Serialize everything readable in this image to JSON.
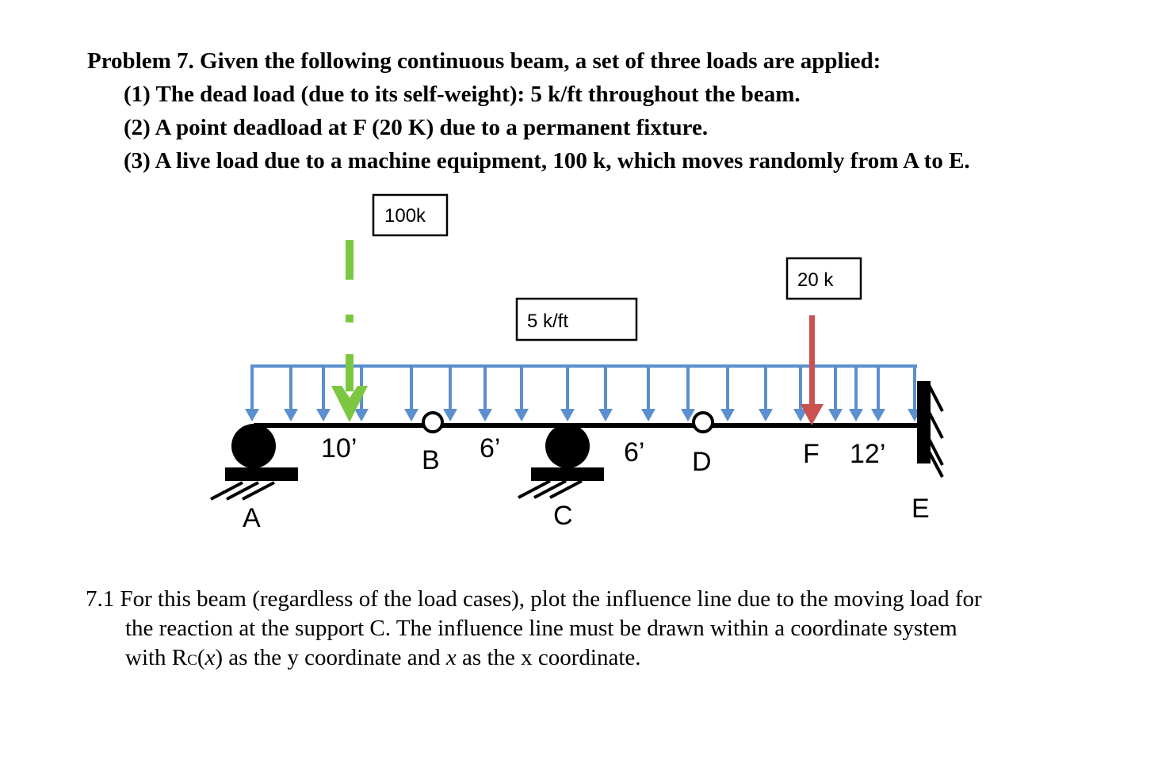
{
  "problem": {
    "heading": "Problem 7. Given the following continuous beam, a set of three loads are applied:",
    "items": [
      "(1) The dead load (due to its self-weight): 5 k/ft throughout the beam.",
      "(2) A point deadload at F (20 K) due to a permanent fixture.",
      "(3) A live load due to a machine equipment, 100 k, which moves randomly from A to E."
    ]
  },
  "diagram": {
    "live_load_label": "100k",
    "point_load_label": "20 k",
    "distributed_load_label": "5 k/ft",
    "dims": {
      "ab": "10’",
      "bc": "6’",
      "cd": "6’",
      "fe": "12’"
    },
    "points": {
      "a": "A",
      "b": "B",
      "c": "C",
      "d": "D",
      "e": "E",
      "f": "F"
    },
    "colors": {
      "distributed": "#5b8fd0",
      "live": "#7cc742",
      "point": "#c9514f",
      "beam": "#000000"
    }
  },
  "question": {
    "line1": "7.1 For this beam (regardless of the load cases), plot the influence line due to the moving load for",
    "line2": "the reaction at the support C. The influence line must be drawn within a coordinate system",
    "line3_pre": "with R",
    "line3_sub": "C",
    "line3_x1": "x",
    "line3_mid": ") as the y coordinate and ",
    "line3_x2": "x",
    "line3_post": " as the x coordinate."
  }
}
